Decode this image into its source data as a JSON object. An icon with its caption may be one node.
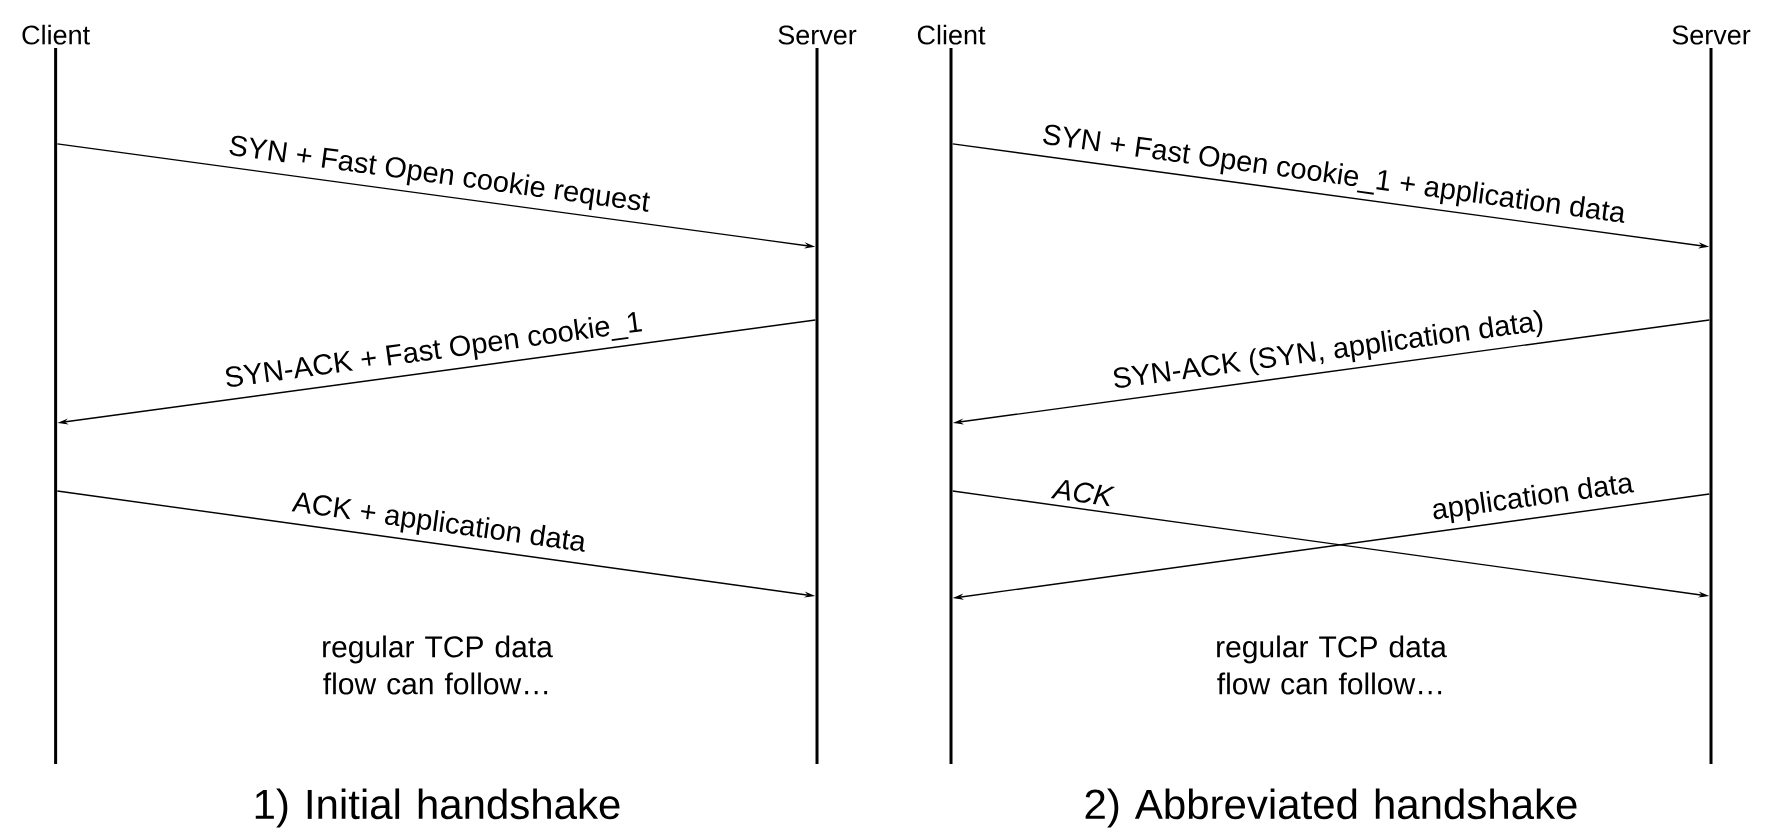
{
  "diagram": {
    "nodes": [
      {
        "text": [
          "Client"
        ]
      },
      {
        "text": [
          "Server"
        ]
      },
      {
        "text": [
          "Client"
        ]
      },
      {
        "text": [
          "Server"
        ]
      }
    ],
    "edges": [
      {
        "from": 0,
        "to": 1,
        "arrow": "to",
        "label": "SYN + Fast Open cookie request"
      },
      {
        "from": 1,
        "to": 0,
        "arrow": "to",
        "label": "SYN-ACK + Fast Open cookie_1"
      },
      {
        "from": 0,
        "to": 1,
        "arrow": "to",
        "label": "ACK + application data"
      },
      {
        "from": 2,
        "to": 3,
        "arrow": "to",
        "label": "SYN + Fast Open cookie_1 + application data"
      },
      {
        "from": 3,
        "to": 2,
        "arrow": "to",
        "label": "SYN-ACK (SYN, application data)"
      },
      {
        "from": 2,
        "to": 3,
        "arrow": "to",
        "label": "*ACK*"
      },
      {
        "from": 3,
        "to": 2,
        "arrow": "to",
        "label": "application data"
      }
    ],
    "labels": [
      "regular TCP data flow can follow…",
      "regular TCP data flow can follow…",
      "1) Initial handshake",
      "2) Abbreviated handshake"
    ]
  }
}
